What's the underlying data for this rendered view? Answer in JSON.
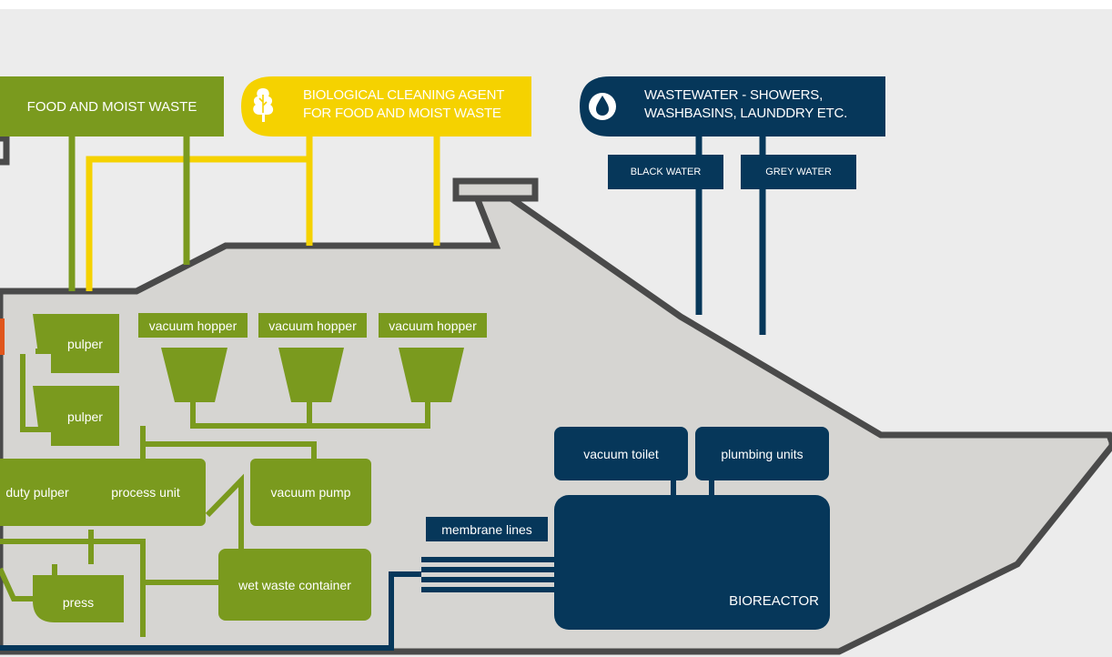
{
  "headers": {
    "food_waste": "FOOD AND MOIST WASTE",
    "cleaning_agent_line1": "BIOLOGICAL CLEANING AGENT",
    "cleaning_agent_line2": "FOR FOOD AND MOIST WASTE",
    "wastewater_line1": "WASTEWATER - SHOWERS,",
    "wastewater_line2": "WASHBASINS, LAUNDDRY ETC."
  },
  "water_types": {
    "black": "BLACK WATER",
    "grey": "GREY WATER"
  },
  "food_system": {
    "pulper_1": "pulper",
    "pulper_2": "pulper",
    "vacuum_hopper_1": "vacuum hopper",
    "vacuum_hopper_2": "vacuum hopper",
    "vacuum_hopper_3": "vacuum hopper",
    "heavy_duty_pulper": "duty pulper",
    "process_unit": "process unit",
    "vacuum_pump": "vacuum pump",
    "press": "press",
    "wet_waste_container": "wet waste container"
  },
  "water_system": {
    "vacuum_toilet": "vacuum toilet",
    "plumbing_units": "plumbing units",
    "membrane_lines": "membrane lines",
    "bioreactor": "BIOREACTOR"
  },
  "icons": {
    "tree": "tree-icon",
    "water_drop": "water-drop-icon"
  },
  "colors": {
    "green": "#7a9a1e",
    "yellow": "#f5d200",
    "navy": "#06375a",
    "orange": "#e0561c",
    "hull_fill": "#d6d5d2",
    "hull_outline": "#4a4a4a",
    "background": "#ececec"
  }
}
